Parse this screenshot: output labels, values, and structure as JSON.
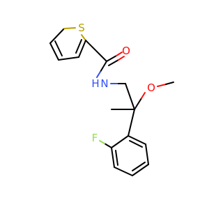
{
  "molecule": {
    "atoms": {
      "S": "S",
      "O_carbonyl": "O",
      "N": "N",
      "H": "H",
      "O_methoxy": "O",
      "F": "F"
    },
    "colors": {
      "S": "#b8a000",
      "O": "#ff0d0d",
      "N": "#3050f8",
      "F": "#90e050",
      "bond": "#000000"
    }
  }
}
